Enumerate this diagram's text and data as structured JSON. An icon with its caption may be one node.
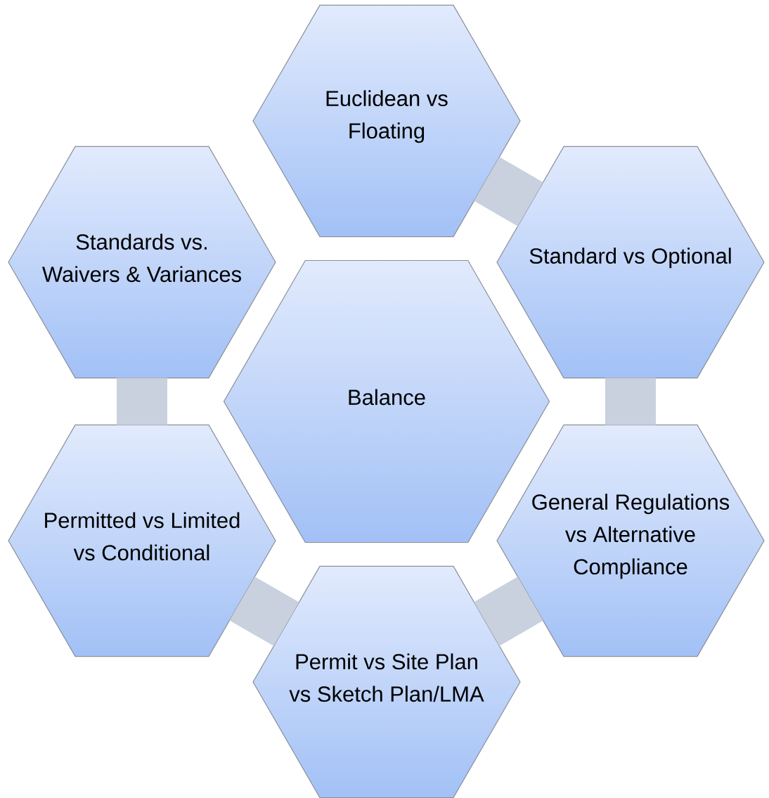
{
  "diagram": {
    "nodes": [
      {
        "text": [
          "Euclidean vs Floating"
        ]
      },
      {
        "text": [
          "Standards vs. Waivers & Variances"
        ]
      },
      {
        "text": [
          "Standard vs Optional"
        ]
      },
      {
        "text": [
          "Balance"
        ]
      },
      {
        "text": [
          "Permitted vs Limited vs Conditional"
        ]
      },
      {
        "text": [
          "General Regulations vs Alternative Compliance"
        ]
      },
      {
        "text": [
          "Permit vs Site Plan vs Sketch Plan/LMA"
        ]
      }
    ],
    "edges": [
      {
        "from": 0,
        "to": 2,
        "arrow": "none"
      },
      {
        "from": 2,
        "to": 5,
        "arrow": "none"
      },
      {
        "from": 5,
        "to": 6,
        "arrow": "none"
      },
      {
        "from": 6,
        "to": 4,
        "arrow": "none"
      },
      {
        "from": 4,
        "to": 1,
        "arrow": "none"
      }
    ]
  }
}
